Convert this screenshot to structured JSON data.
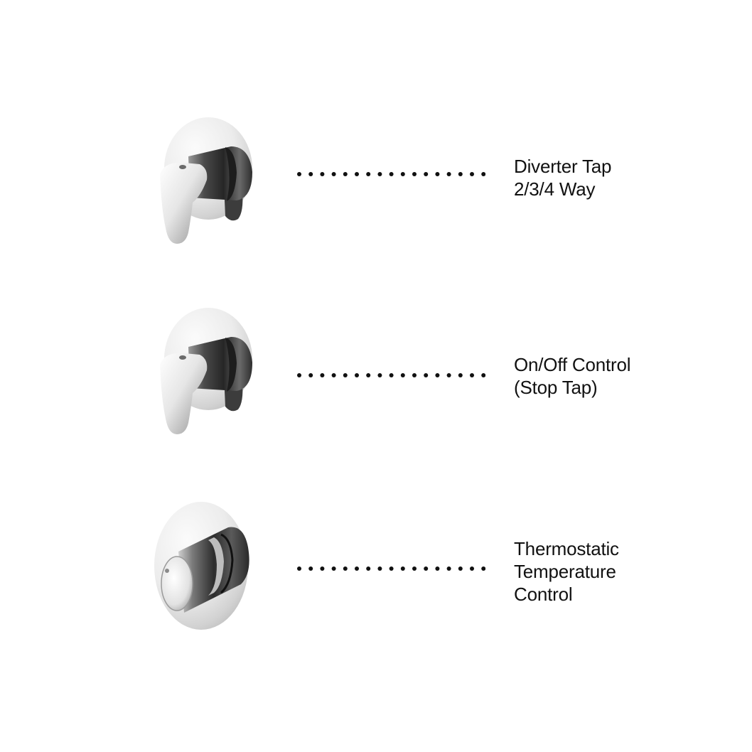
{
  "items": [
    {
      "line1": "Diverter Tap",
      "line2": "2/3/4 Way",
      "line3": "",
      "icon": "lever-valve-icon"
    },
    {
      "line1": "On/Off Control",
      "line2": "(Stop Tap)",
      "line3": "",
      "icon": "lever-valve-icon"
    },
    {
      "line1": "Thermostatic",
      "line2": "Temperature",
      "line3": "Control",
      "icon": "thermostatic-knob-icon"
    }
  ],
  "colors": {
    "text": "#111111",
    "dots": "#111111",
    "chrome_light": "#f4f4f4",
    "chrome_dark": "#3a3a3a"
  }
}
